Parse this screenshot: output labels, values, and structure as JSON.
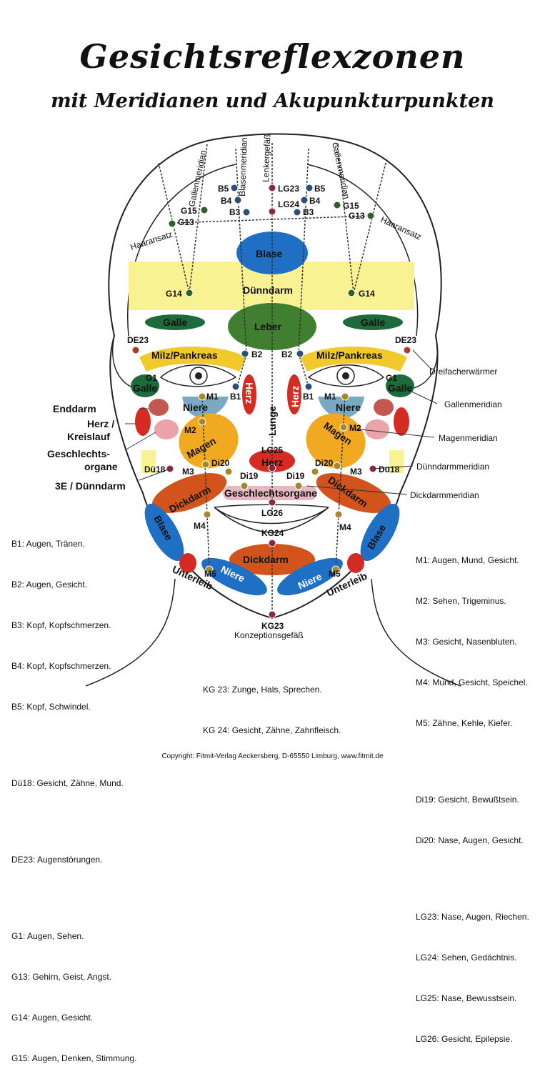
{
  "title": "Gesichtsreflexzonen",
  "subtitle": "mit Meridianen und Akupunkturpunkten",
  "meridians_top": {
    "gallenmeridian": "Gallenmeridian",
    "blasenmeridian": "Blasenmeridian",
    "lenkergefaess": "Lenkergefäß",
    "haaransatz": "Haaransatz"
  },
  "points": {
    "b1": "B1",
    "b2": "B2",
    "b3": "B3",
    "b4": "B4",
    "b5": "B5",
    "g1": "G1",
    "g13": "G13",
    "g14": "G14",
    "g15": "G15",
    "lg23": "LG23",
    "lg24": "LG24",
    "lg25": "LG25",
    "lg26": "LG26",
    "kg23": "KG23",
    "kg24": "KG24",
    "m1": "M1",
    "m2": "M2",
    "m3": "M3",
    "m4": "M4",
    "m5": "M5",
    "de23": "DE23",
    "di19": "Di19",
    "di20": "Di20",
    "du18": "Dü18"
  },
  "zones": {
    "blase": "Blase",
    "duenndarm": "Dünndarm",
    "galle": "Galle",
    "leber": "Leber",
    "milz": "Milz/Pankreas",
    "herz": "Herz",
    "niere": "Niere",
    "lunge": "Lunge",
    "magen": "Magen",
    "dickdarm": "Dickdarm",
    "geschlechtsorgane": "Geschlechtsorgane",
    "unterleib": "Unterleib"
  },
  "left_labels": {
    "enddarm": "Enddarm",
    "herz_line1": "Herz /",
    "herz_line2": "Kreislauf",
    "geschl_line1": "Geschlechts-",
    "geschl_line2": "organe",
    "e3": "3E / Dünndarm"
  },
  "right_labels": {
    "dreifach": "Dreifacherwärmer",
    "gallenmeridian": "Gallenmeridian",
    "magenmeridian": "Magenmeridian",
    "duenndarmmeridian": "Dünndarmmeridian",
    "dickdarmmeridian": "Dickdarmmeridian"
  },
  "konzeptionsgefaess": "Konzeptionsgefäß",
  "legend_left": [
    "B1: Augen, Tränen.",
    "B2: Augen, Gesicht.",
    "B3: Kopf, Kopfschmerzen.",
    "B4: Kopf, Kopfschmerzen.",
    "B5: Kopf, Schwindel.",
    "",
    "Dü18: Gesicht, Zähne, Mund.",
    "",
    "DE23: Augenstörungen.",
    "",
    "G1: Augen, Sehen.",
    "G13: Gehirn, Geist, Angst.",
    "G14: Augen, Gesicht.",
    "G15: Augen, Denken, Stimmung."
  ],
  "legend_center": [
    "KG 23: Zunge, Hals, Sprechen.",
    "KG 24: Gesicht, Zähne, Zahnfleisch."
  ],
  "legend_right": [
    "M1: Augen, Mund, Gesicht.",
    "M2: Sehen, Trigeminus.",
    "M3: Gesicht, Nasenbluten.",
    "M4: Mund, Gesicht, Speichel.",
    "M5: Zähne, Kehle, Kiefer.",
    "",
    "Di19: Gesicht, Bewußtsein.",
    "Di20: Nase, Augen, Gesicht.",
    "",
    "LG23: Nase, Augen, Riechen.",
    "LG24: Sehen, Gedächtnis.",
    "LG25: Nase, Bewusstsein.",
    "LG26: Gesicht, Epilepsie."
  ],
  "copyright": "Copyright: Fitmit-Verlag Aeckersberg, D-65550 Limburg, www.fitmit.de",
  "colors": {
    "blue": "#1f6fc4",
    "green": "#3f7f2f",
    "darkgreen": "#1d6b3a",
    "yellow": "#f6e93c",
    "orange": "#f2a922",
    "red": "#d42b22",
    "darkorange": "#d2541c",
    "teal": "#79a9c3",
    "pink": "#eaa3a8",
    "lightpink": "#e5b7c0"
  }
}
